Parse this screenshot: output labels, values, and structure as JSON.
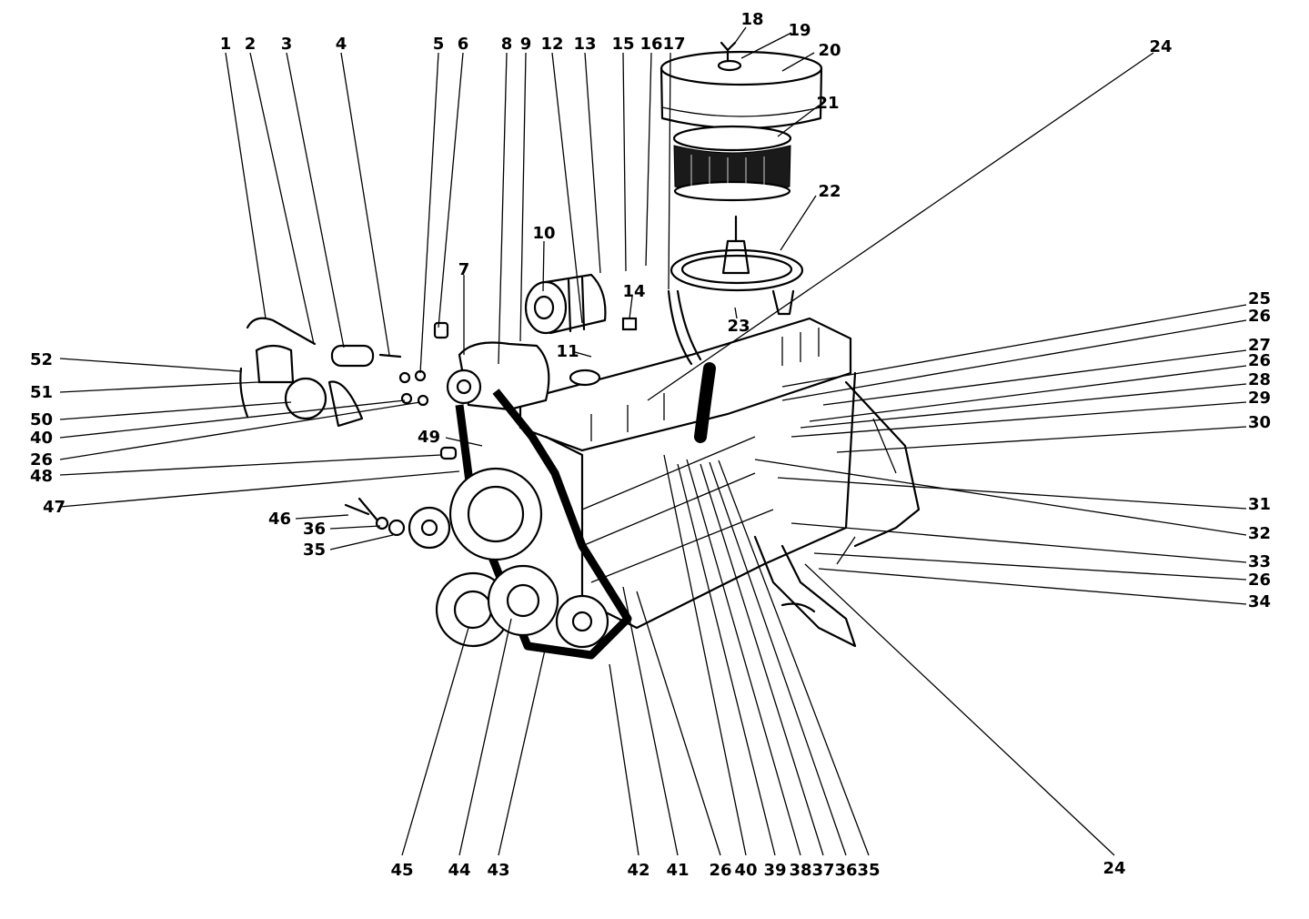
{
  "diagram": {
    "part_labels": [
      "1",
      "2",
      "3",
      "4",
      "5",
      "6",
      "7",
      "8",
      "9",
      "10",
      "11",
      "12",
      "13",
      "14",
      "15",
      "16",
      "17",
      "18",
      "19",
      "20",
      "21",
      "22",
      "23",
      "24",
      "25",
      "26",
      "27",
      "28",
      "29",
      "30",
      "31",
      "32",
      "33",
      "34",
      "35",
      "36",
      "37",
      "38",
      "39",
      "40",
      "41",
      "42",
      "43",
      "44",
      "45",
      "46",
      "47",
      "48",
      "49",
      "50",
      "51",
      "52"
    ],
    "callouts_top": [
      "1",
      "2",
      "3",
      "4",
      "5",
      "6",
      "8",
      "9",
      "12",
      "13",
      "15",
      "16",
      "17",
      "18",
      "19",
      "20",
      "21",
      "22",
      "10",
      "7",
      "14",
      "11",
      "23",
      "24"
    ],
    "callouts_left": [
      "52",
      "51",
      "50",
      "40",
      "26",
      "48",
      "47",
      "49",
      "46",
      "36",
      "35"
    ],
    "callouts_right": [
      "25",
      "26",
      "27",
      "26",
      "28",
      "29",
      "30",
      "31",
      "32",
      "33",
      "26",
      "34"
    ],
    "callouts_bottom": [
      "45",
      "44",
      "43",
      "42",
      "41",
      "26",
      "40",
      "39",
      "38",
      "37",
      "36",
      "35",
      "24"
    ]
  }
}
